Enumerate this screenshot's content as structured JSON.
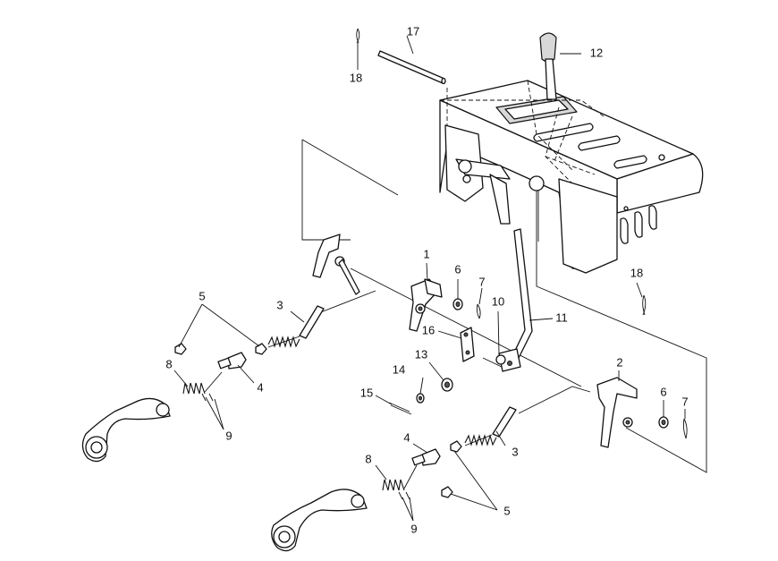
{
  "diagram": {
    "type": "exploded-parts-diagram",
    "callouts": [
      {
        "id": "c1",
        "label": "1"
      },
      {
        "id": "c2",
        "label": "2"
      },
      {
        "id": "c3a",
        "label": "3"
      },
      {
        "id": "c3b",
        "label": "3"
      },
      {
        "id": "c4a",
        "label": "4"
      },
      {
        "id": "c4b",
        "label": "4"
      },
      {
        "id": "c5a",
        "label": "5"
      },
      {
        "id": "c5b",
        "label": "5"
      },
      {
        "id": "c6a",
        "label": "6"
      },
      {
        "id": "c6b",
        "label": "6"
      },
      {
        "id": "c7a",
        "label": "7"
      },
      {
        "id": "c7b",
        "label": "7"
      },
      {
        "id": "c8a",
        "label": "8"
      },
      {
        "id": "c8b",
        "label": "8"
      },
      {
        "id": "c9a",
        "label": "9"
      },
      {
        "id": "c9b",
        "label": "9"
      },
      {
        "id": "c10",
        "label": "10"
      },
      {
        "id": "c11",
        "label": "11"
      },
      {
        "id": "c12",
        "label": "12"
      },
      {
        "id": "c13",
        "label": "13"
      },
      {
        "id": "c14",
        "label": "14"
      },
      {
        "id": "c15",
        "label": "15"
      },
      {
        "id": "c16",
        "label": "16"
      },
      {
        "id": "c17",
        "label": "17"
      },
      {
        "id": "c18a",
        "label": "18"
      },
      {
        "id": "c18b",
        "label": "18"
      }
    ]
  }
}
